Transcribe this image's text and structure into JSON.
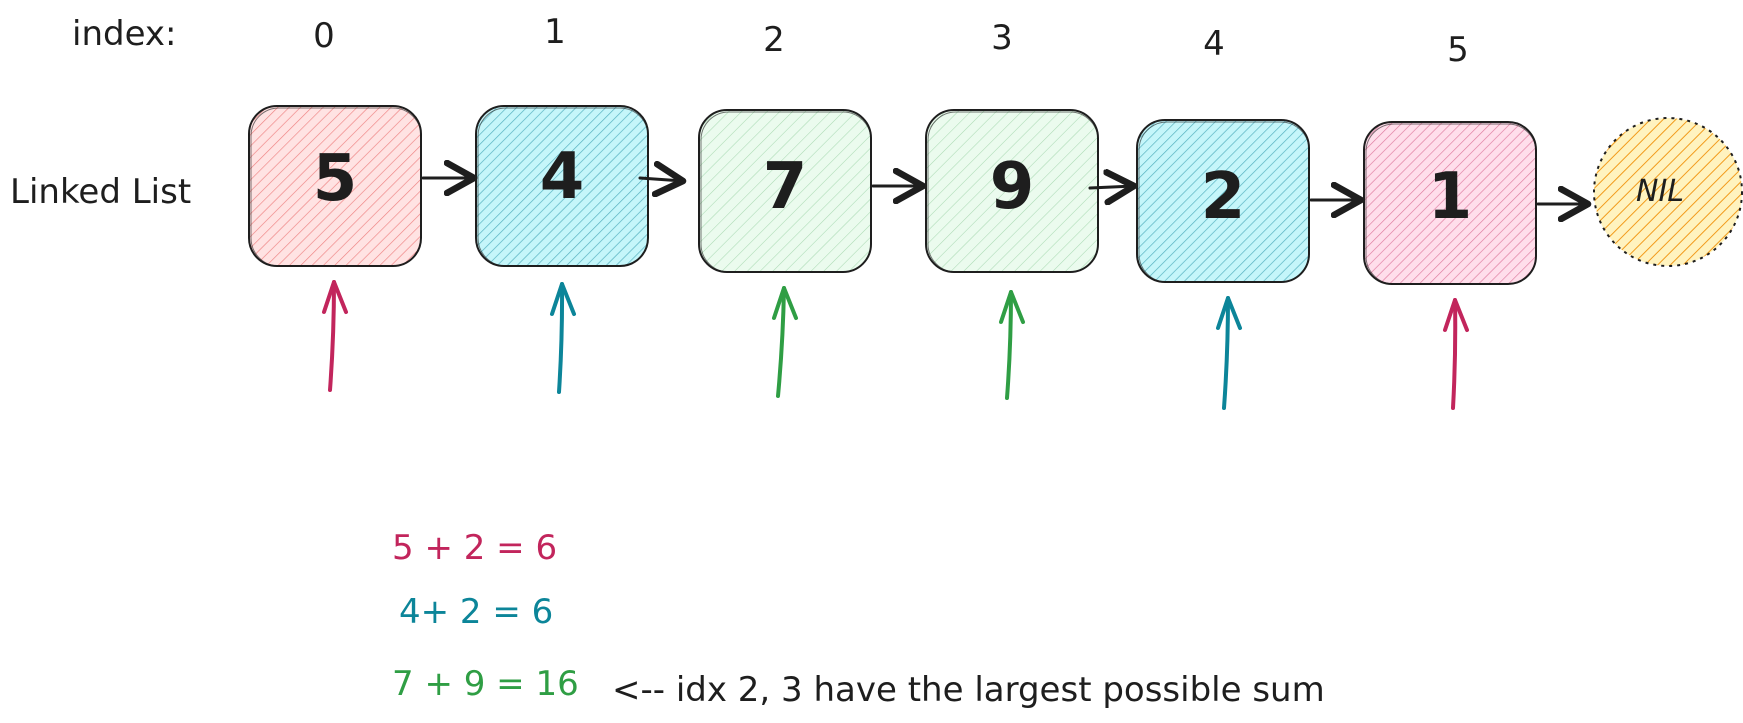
{
  "row_labels": {
    "index": "index:",
    "list": "Linked List"
  },
  "indices": [
    "0",
    "1",
    "2",
    "3",
    "4",
    "5"
  ],
  "nodes": [
    {
      "value": "5",
      "color": "#e03131"
    },
    {
      "value": "4",
      "color": "#1971c2"
    },
    {
      "value": "7",
      "color": "#2f9e44"
    },
    {
      "value": "9",
      "color": "#2f9e44"
    },
    {
      "value": "2",
      "color": "#0c8599"
    },
    {
      "value": "1",
      "color": "#c2255c"
    }
  ],
  "nil": {
    "label": "NIL",
    "color": "#f08c00"
  },
  "pointer_colors": [
    "#c2255c",
    "#0c8599",
    "#2f9e44",
    "#2f9e44",
    "#0c8599",
    "#c2255c"
  ],
  "sums": [
    {
      "text": "5 + 2 = 6",
      "color": "#c2255c"
    },
    {
      "text": "4+ 2 = 6",
      "color": "#0c8599"
    },
    {
      "text": "7 + 9 = 16",
      "color": "#2f9e44"
    }
  ],
  "note": "<-- idx 2, 3 have the largest possible sum"
}
